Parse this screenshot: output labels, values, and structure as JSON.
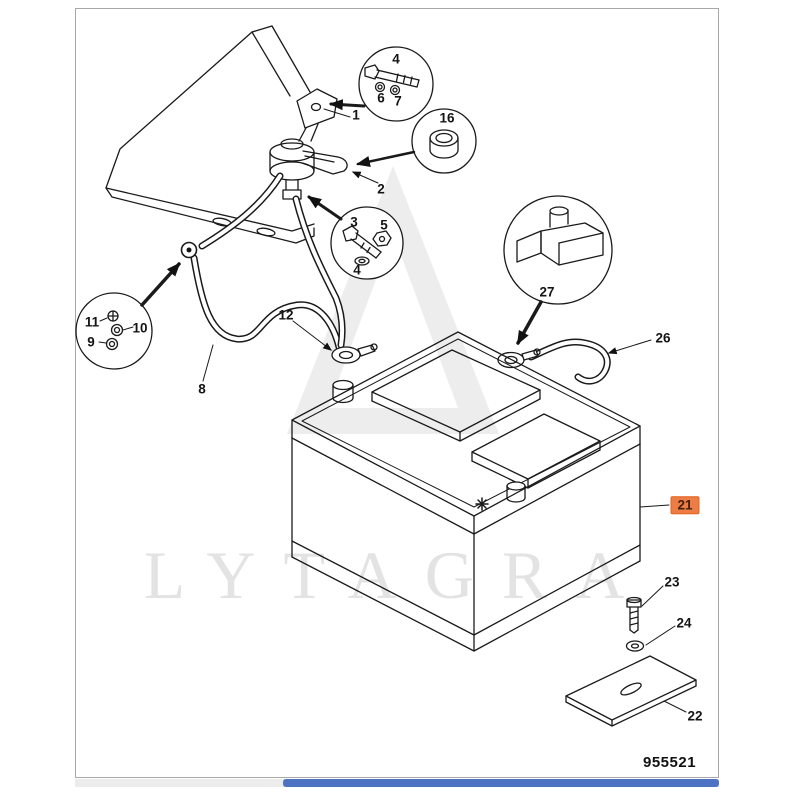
{
  "page": {
    "drawing_number": "955521",
    "background_color": "#ffffff",
    "line_color": "#1a1a1a",
    "highlight_color": "#ee7c45",
    "scrollbar_color": "#4d72c4"
  },
  "watermark": {
    "text": "LYTAGRA",
    "color": "#e3e3e3"
  },
  "callouts": [
    {
      "id": "callout-4-top",
      "label": "4",
      "highlighted": false
    },
    {
      "id": "callout-6",
      "label": "6",
      "highlighted": false
    },
    {
      "id": "callout-7",
      "label": "7",
      "highlighted": false
    },
    {
      "id": "callout-1",
      "label": "1",
      "highlighted": false
    },
    {
      "id": "callout-16",
      "label": "16",
      "highlighted": false
    },
    {
      "id": "callout-2",
      "label": "2",
      "highlighted": false
    },
    {
      "id": "callout-3",
      "label": "3",
      "highlighted": false
    },
    {
      "id": "callout-5",
      "label": "5",
      "highlighted": false
    },
    {
      "id": "callout-4-mid",
      "label": "4",
      "highlighted": false
    },
    {
      "id": "callout-27",
      "label": "27",
      "highlighted": false
    },
    {
      "id": "callout-11",
      "label": "11",
      "highlighted": false
    },
    {
      "id": "callout-10",
      "label": "10",
      "highlighted": false
    },
    {
      "id": "callout-9",
      "label": "9",
      "highlighted": false
    },
    {
      "id": "callout-12",
      "label": "12",
      "highlighted": false
    },
    {
      "id": "callout-26",
      "label": "26",
      "highlighted": false
    },
    {
      "id": "callout-8",
      "label": "8",
      "highlighted": false
    },
    {
      "id": "callout-21",
      "label": "21",
      "highlighted": true
    },
    {
      "id": "callout-23",
      "label": "23",
      "highlighted": false
    },
    {
      "id": "callout-24",
      "label": "24",
      "highlighted": false
    },
    {
      "id": "callout-22",
      "label": "22",
      "highlighted": false
    }
  ]
}
